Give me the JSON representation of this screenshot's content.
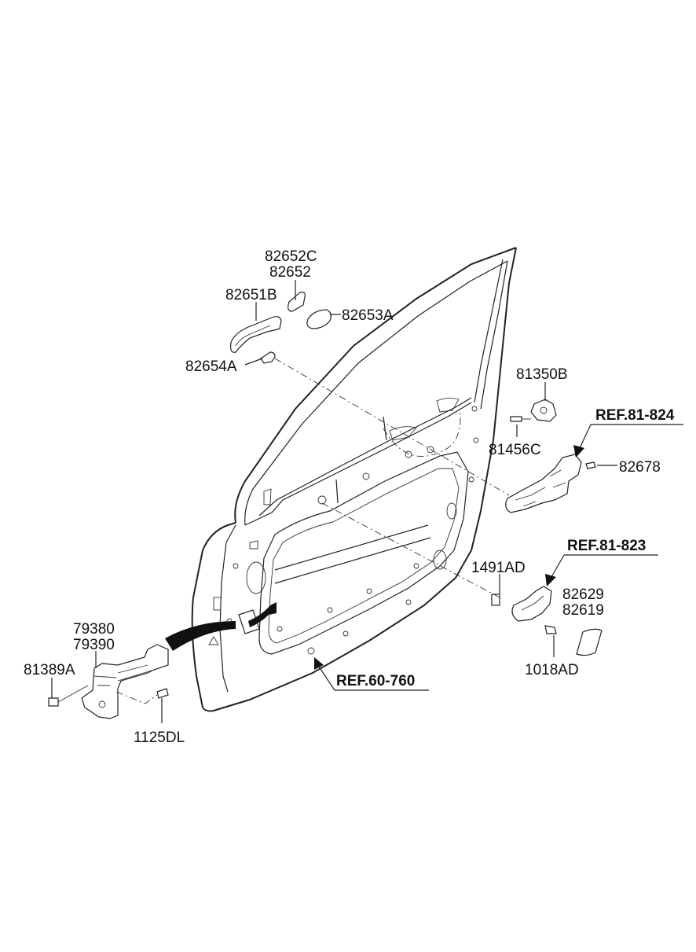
{
  "diagram": {
    "labels": {
      "p82652C": "82652C",
      "p82652": "82652",
      "p82651B": "82651B",
      "p82653A": "82653A",
      "p82654A": "82654A",
      "p81350B": "81350B",
      "p81456C": "81456C",
      "p82678": "82678",
      "p1491AD": "1491AD",
      "p82629": "82629",
      "p82619": "82619",
      "p1018AD": "1018AD",
      "p79380": "79380",
      "p79390": "79390",
      "p81389A": "81389A",
      "p1125DL": "1125DL"
    },
    "refs": {
      "ref81_824": "REF.81-824",
      "ref81_823": "REF.81-823",
      "ref60_760": "REF.60-760"
    }
  }
}
